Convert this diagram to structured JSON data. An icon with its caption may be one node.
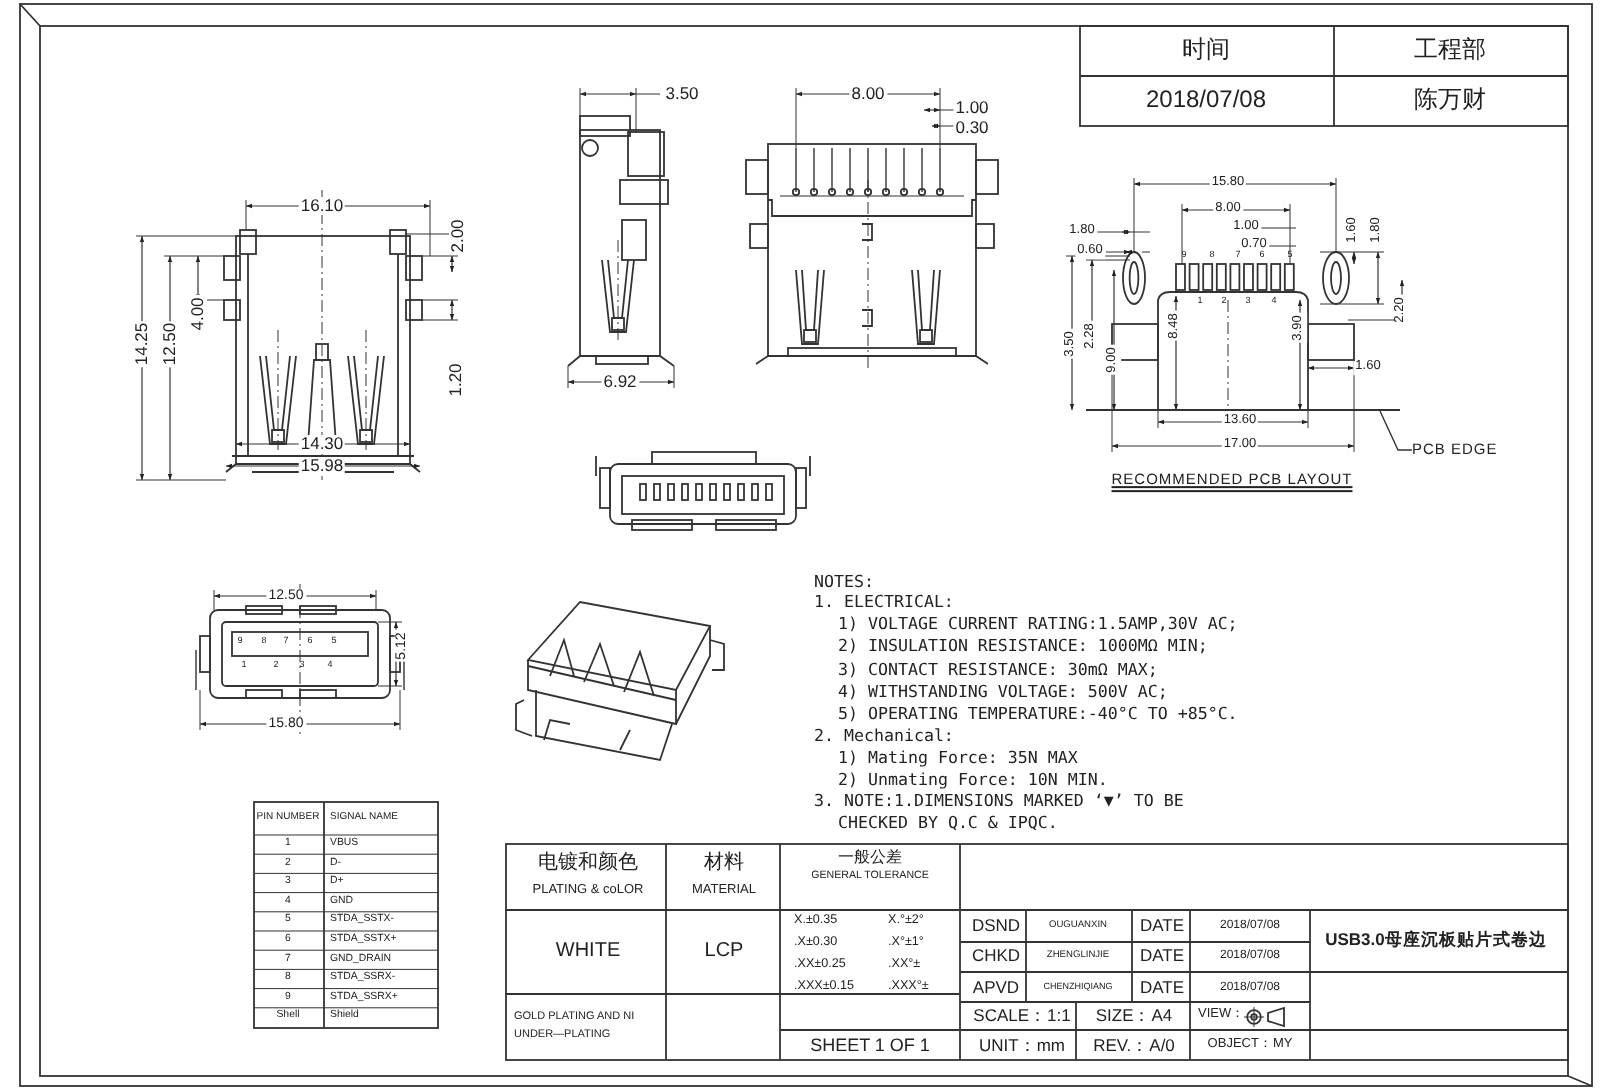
{
  "diagram": {
    "nodes": [
      {
        "text": [
          "PCB EDGE"
        ]
      },
      {
        "text": [],
        "shape": "line"
      }
    ],
    "edges": [
      {
        "from": 0,
        "to": 1,
        "arrow": "none"
      }
    ],
    "labels": [
      "时间",
      "工程部",
      "2018/07/08",
      "陈万财",
      "16.10",
      "2.00",
      "14.25",
      "12.50",
      "4.00",
      "1.20",
      "14.30",
      "15.98",
      "3.50",
      "6.92",
      "8.00",
      "1.00",
      "0.30",
      "15.80",
      "8.00",
      "1.80",
      "1.00",
      "0.60",
      "0.70",
      "1.60",
      "1.80",
      "9",
      "8",
      "7",
      "6",
      "5",
      "1",
      "2",
      "3",
      "4",
      "3.50",
      "2.28",
      "9.00",
      "8.48",
      "3.90",
      "2.20",
      "1.60",
      "13.60",
      "17.00",
      "RECOMMENDED PCB LAYOUT",
      "12.50",
      "5.12",
      "15.80",
      "9",
      "8",
      "7",
      "6",
      "5",
      "1",
      "2",
      "3",
      "4",
      "NOTES:",
      "1. ELECTRICAL:",
      "1) VOLTAGE CURRENT RATING:1.5AMP,30V AC;",
      "2) INSULATION RESISTANCE: 1000MΩ MIN;",
      "3) CONTACT RESISTANCE: 30mΩ MAX;",
      "4) WITHSTANDING VOLTAGE: 500V AC;",
      "5) OPERATING TEMPERATURE:-40°C TO +85°C.",
      "2. Mechanical:",
      "1) Mating Force:  35N MAX",
      "2) Unmating Force:  10N MIN.",
      "3. NOTE:1.DIMENSIONS MARKED ‘▼’ TO BE CHECKED BY Q.C & IPQC.",
      "PIN NUMBER",
      "SIGNAL NAME",
      "1",
      "VBUS",
      "2",
      "D-",
      "3",
      "D+",
      "4",
      "GND",
      "5",
      "STDA_SSTX-",
      "6",
      "STDA_SSTX+",
      "7",
      "GND_DRAIN",
      "8",
      "STDA_SSRX-",
      "9",
      "STDA_SSRX+",
      "Shell",
      "Shield",
      "电镀和颜色",
      "PLATING & coLOR",
      "材料",
      "MATERIAL",
      "一般公差",
      "GENERAL TOLERANCE",
      "X.±0.35",
      "X.°±2°",
      ".X±0.30",
      ".X°±1°",
      ".XX±0.25",
      ".XX°±",
      ".XXX±0.15",
      ".XXX°±",
      "WHITE",
      "LCP",
      "GOLD PLATING AND NI UNDER—PLATING",
      "SHEET 1 OF 1",
      "DSND",
      "OUGUANXIN",
      "DATE",
      "2018/07/08",
      "USB3.0母座沉板贴片式卷边",
      "CHKD",
      "ZHENGLINJIE",
      "DATE",
      "2018/07/08",
      "APVD",
      "CHENZHIQIANG",
      "DATE",
      "2018/07/08",
      "SCALE：1:1",
      "SIZE：A4",
      "VIEW：",
      "UNIT：mm",
      "REV.：A/0",
      "OBJECT：MY"
    ]
  }
}
